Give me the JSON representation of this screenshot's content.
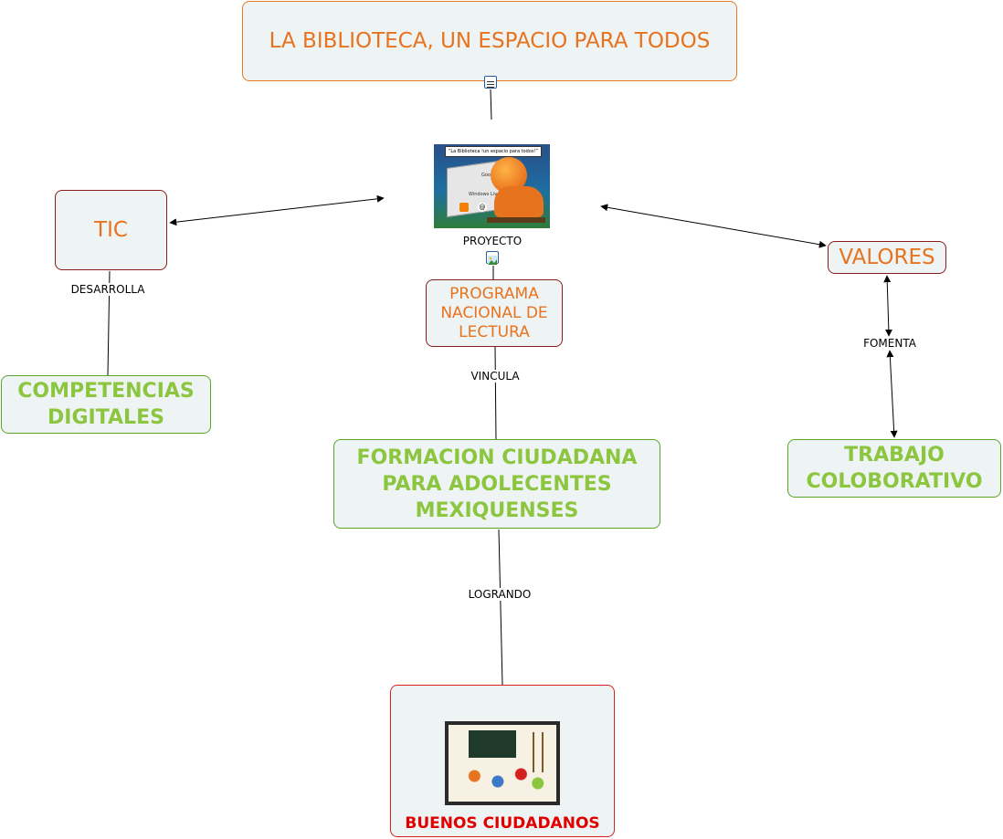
{
  "nodes": {
    "title": "LA BIBLIOTECA, UN ESPACIO PARA TODOS",
    "image_caption": "“La Biblioteca !un espacio para todos!”",
    "proyecto_label": "PROYECTO",
    "tic": "TIC",
    "valores": "VALORES",
    "programa": "PROGRAMA NACIONAL DE LECTURA",
    "competencias": "COMPETENCIAS DIGITALES",
    "formacion": "FORMACION CIUDADANA PARA ADOLECENTES MEXIQUENSES",
    "trabajo": "TRABAJO COLOBORATIVO",
    "buenos": "BUENOS CIUDADANOS"
  },
  "links": {
    "desarrolla": "DESARROLLA",
    "vincula": "VINCULA",
    "fomenta": "FOMENTA",
    "logrando": "LOGRANDO"
  },
  "image_labels": {
    "google": "Google",
    "windows_live": "Windows Live"
  },
  "colors": {
    "orange": "#e8731e",
    "green": "#8cc63f",
    "red": "#e00000",
    "node_bg": "#eef3f4"
  }
}
